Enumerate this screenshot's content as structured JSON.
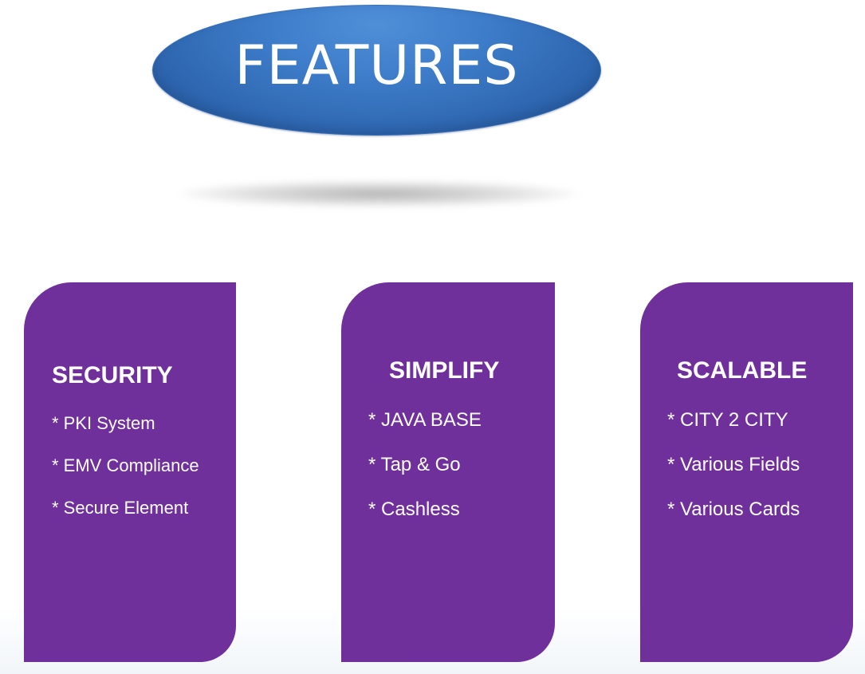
{
  "title": "FEATURES",
  "colors": {
    "title_ellipse": "#3d7cc9",
    "card_background": "#70309b",
    "text": "#ffffff"
  },
  "cards": [
    {
      "heading": "SECURITY",
      "items": [
        "* PKI System",
        "* EMV Compliance",
        "* Secure Element"
      ]
    },
    {
      "heading": "SIMPLIFY",
      "items": [
        "* JAVA BASE",
        "* Tap & Go",
        "* Cashless"
      ]
    },
    {
      "heading": "SCALABLE",
      "items": [
        "* CITY 2 CITY",
        "* Various Fields",
        "* Various Cards"
      ]
    }
  ]
}
